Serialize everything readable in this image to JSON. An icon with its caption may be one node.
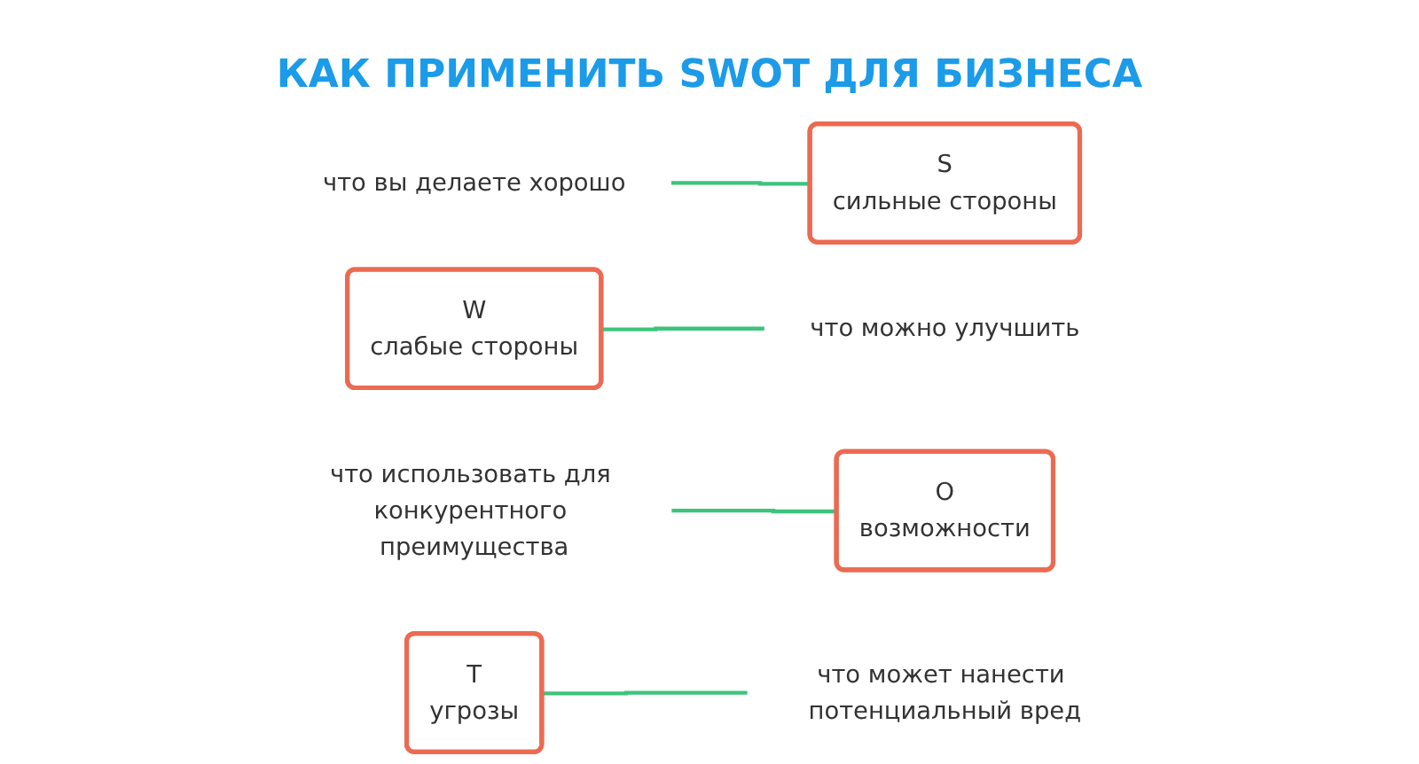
{
  "diagram": {
    "title": "КАК ПРИМЕНИТЬ SWOT ДЛЯ БИЗНЕСА",
    "nodes": [
      {
        "text": [
          "что вы делаете хорошо"
        ]
      },
      {
        "text": [
          "S",
          "сильные стороны"
        ]
      },
      {
        "text": [
          "W",
          "слабые стороны"
        ]
      },
      {
        "text": [
          "что можно улучшить"
        ]
      },
      {
        "text": [
          "что использовать для конкурентного преимущества"
        ]
      },
      {
        "text": [
          "O",
          "возможности"
        ]
      },
      {
        "text": [
          "T",
          "угрозы"
        ]
      },
      {
        "text": [
          "что может нанести потенциальный вред"
        ]
      }
    ],
    "edges": [
      {
        "from": 0,
        "to": 1,
        "arrow": "none"
      },
      {
        "from": 2,
        "to": 3,
        "arrow": "none"
      },
      {
        "from": 4,
        "to": 5,
        "arrow": "none"
      },
      {
        "from": 6,
        "to": 7,
        "arrow": "none"
      }
    ]
  }
}
